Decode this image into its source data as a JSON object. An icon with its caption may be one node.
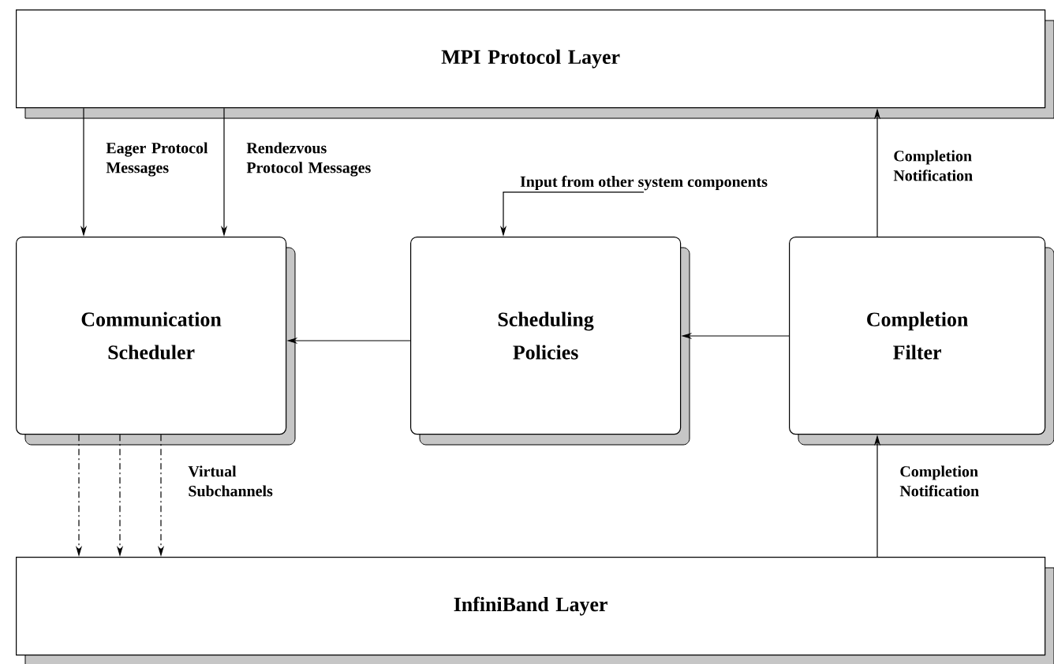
{
  "diagram": {
    "nodes": [
      {
        "text": [
          "MPI Protocol Layer"
        ]
      },
      {
        "text": [
          "Communication Scheduler"
        ]
      },
      {
        "text": [
          "Scheduling Policies"
        ]
      },
      {
        "text": [
          "Completion Filter"
        ]
      },
      {
        "text": [
          "InfiniBand Layer"
        ]
      },
      {
        "text": [
          "Input from other system components"
        ]
      }
    ],
    "edges": [
      {
        "from": 0,
        "to": 1,
        "arrow": "to",
        "label": "Eager Protocol Messages"
      },
      {
        "from": 0,
        "to": 1,
        "arrow": "to",
        "label": "Rendezvous Protocol Messages"
      },
      {
        "from": 5,
        "to": 2,
        "arrow": "to"
      },
      {
        "from": 3,
        "to": 0,
        "arrow": "to",
        "label": "Completion Notification"
      },
      {
        "from": 2,
        "to": 1,
        "arrow": "to"
      },
      {
        "from": 3,
        "to": 2,
        "arrow": "to"
      },
      {
        "from": 1,
        "to": 4,
        "arrow": "to",
        "style": "dashed"
      },
      {
        "from": 1,
        "to": 4,
        "arrow": "to",
        "style": "dashed"
      },
      {
        "from": 1,
        "to": 4,
        "arrow": "to",
        "style": "dashed",
        "label": "Virtual Subchannels"
      },
      {
        "from": 4,
        "to": 3,
        "arrow": "to",
        "label": "Completion Notification"
      }
    ]
  }
}
